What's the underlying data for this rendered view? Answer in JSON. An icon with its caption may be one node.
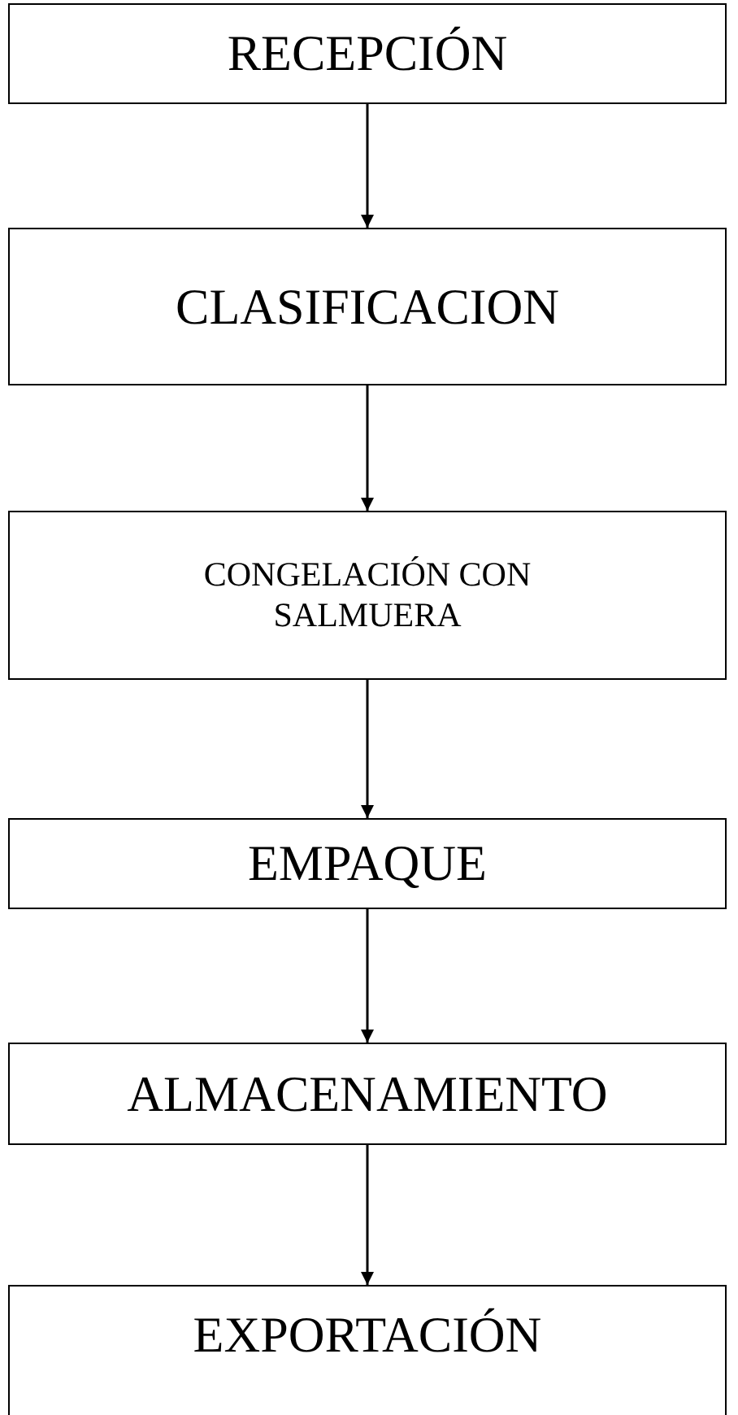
{
  "diagram": {
    "nodes": [
      {
        "text": [
          "RECEPCIÓN"
        ]
      },
      {
        "text": [
          "CLASIFICACION"
        ]
      },
      {
        "text": [
          "CONGELACIÓN CON SALMUERA"
        ]
      },
      {
        "text": [
          "EMPAQUE"
        ]
      },
      {
        "text": [
          "ALMACENAMIENTO"
        ]
      },
      {
        "text": [
          "EXPORTACIÓN"
        ]
      }
    ],
    "edges": [
      {
        "from": 0,
        "to": 1,
        "arrow": "to"
      },
      {
        "from": 1,
        "to": 2,
        "arrow": "to"
      },
      {
        "from": 2,
        "to": 3,
        "arrow": "to"
      },
      {
        "from": 3,
        "to": 4,
        "arrow": "to"
      },
      {
        "from": 4,
        "to": 5,
        "arrow": "to"
      }
    ]
  }
}
